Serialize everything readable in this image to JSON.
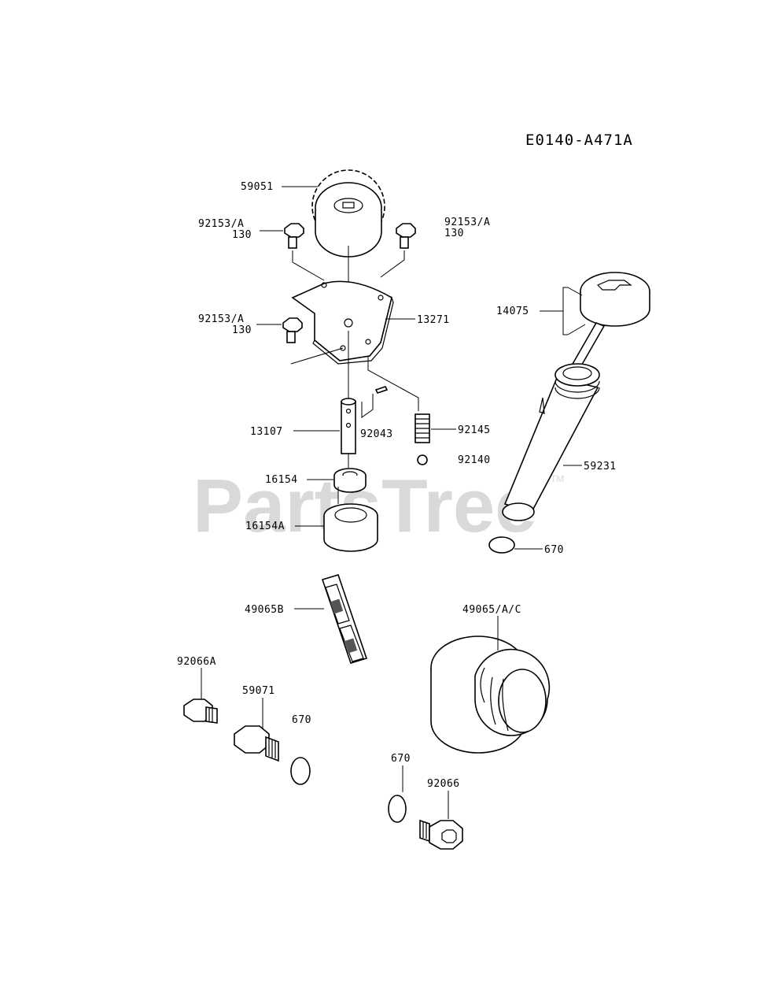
{
  "diagram_code": "E0140-A471A",
  "watermark": "PartsTree",
  "watermark_tm": "TM",
  "labels": {
    "gear": "59051",
    "bolt_tl": "92153/A",
    "bolt_tl_qty": "130",
    "bolt_tr": "92153/A",
    "bolt_tr_qty": "130",
    "bolt_ml": "92153/A",
    "bolt_ml_qty": "130",
    "plate": "13271",
    "dipstick": "14075",
    "shaft": "13107",
    "pin": "92043",
    "spring": "92145",
    "ball": "92140",
    "tube": "59231",
    "inner_rotor": "16154",
    "outer_rotor": "16154A",
    "oring_tube": "670",
    "strainer": "49065B",
    "filter": "49065/A/C",
    "plug_a": "92066A",
    "drain_fitting": "59071",
    "oring_fitting": "670",
    "oring_plug": "670",
    "plug": "92066"
  }
}
